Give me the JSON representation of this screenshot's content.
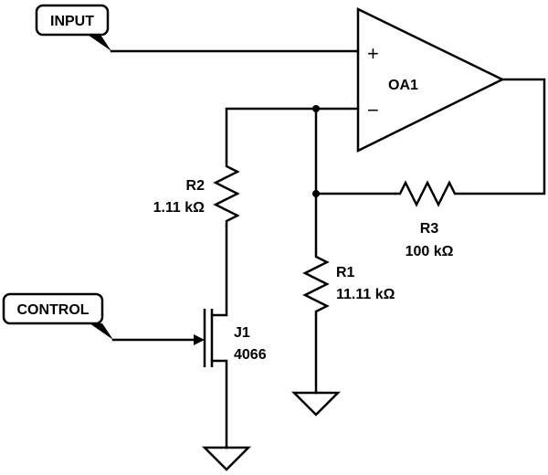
{
  "flags": {
    "input": "INPUT",
    "control": "CONTROL"
  },
  "opamp": {
    "name": "OA1",
    "plus": "+",
    "minus": "−"
  },
  "resistors": {
    "r1": {
      "name": "R1",
      "value": "11.11 kΩ"
    },
    "r2": {
      "name": "R2",
      "value": "1.11 kΩ"
    },
    "r3": {
      "name": "R3",
      "value": "100 kΩ"
    }
  },
  "switch": {
    "name": "J1",
    "value": "4066"
  }
}
